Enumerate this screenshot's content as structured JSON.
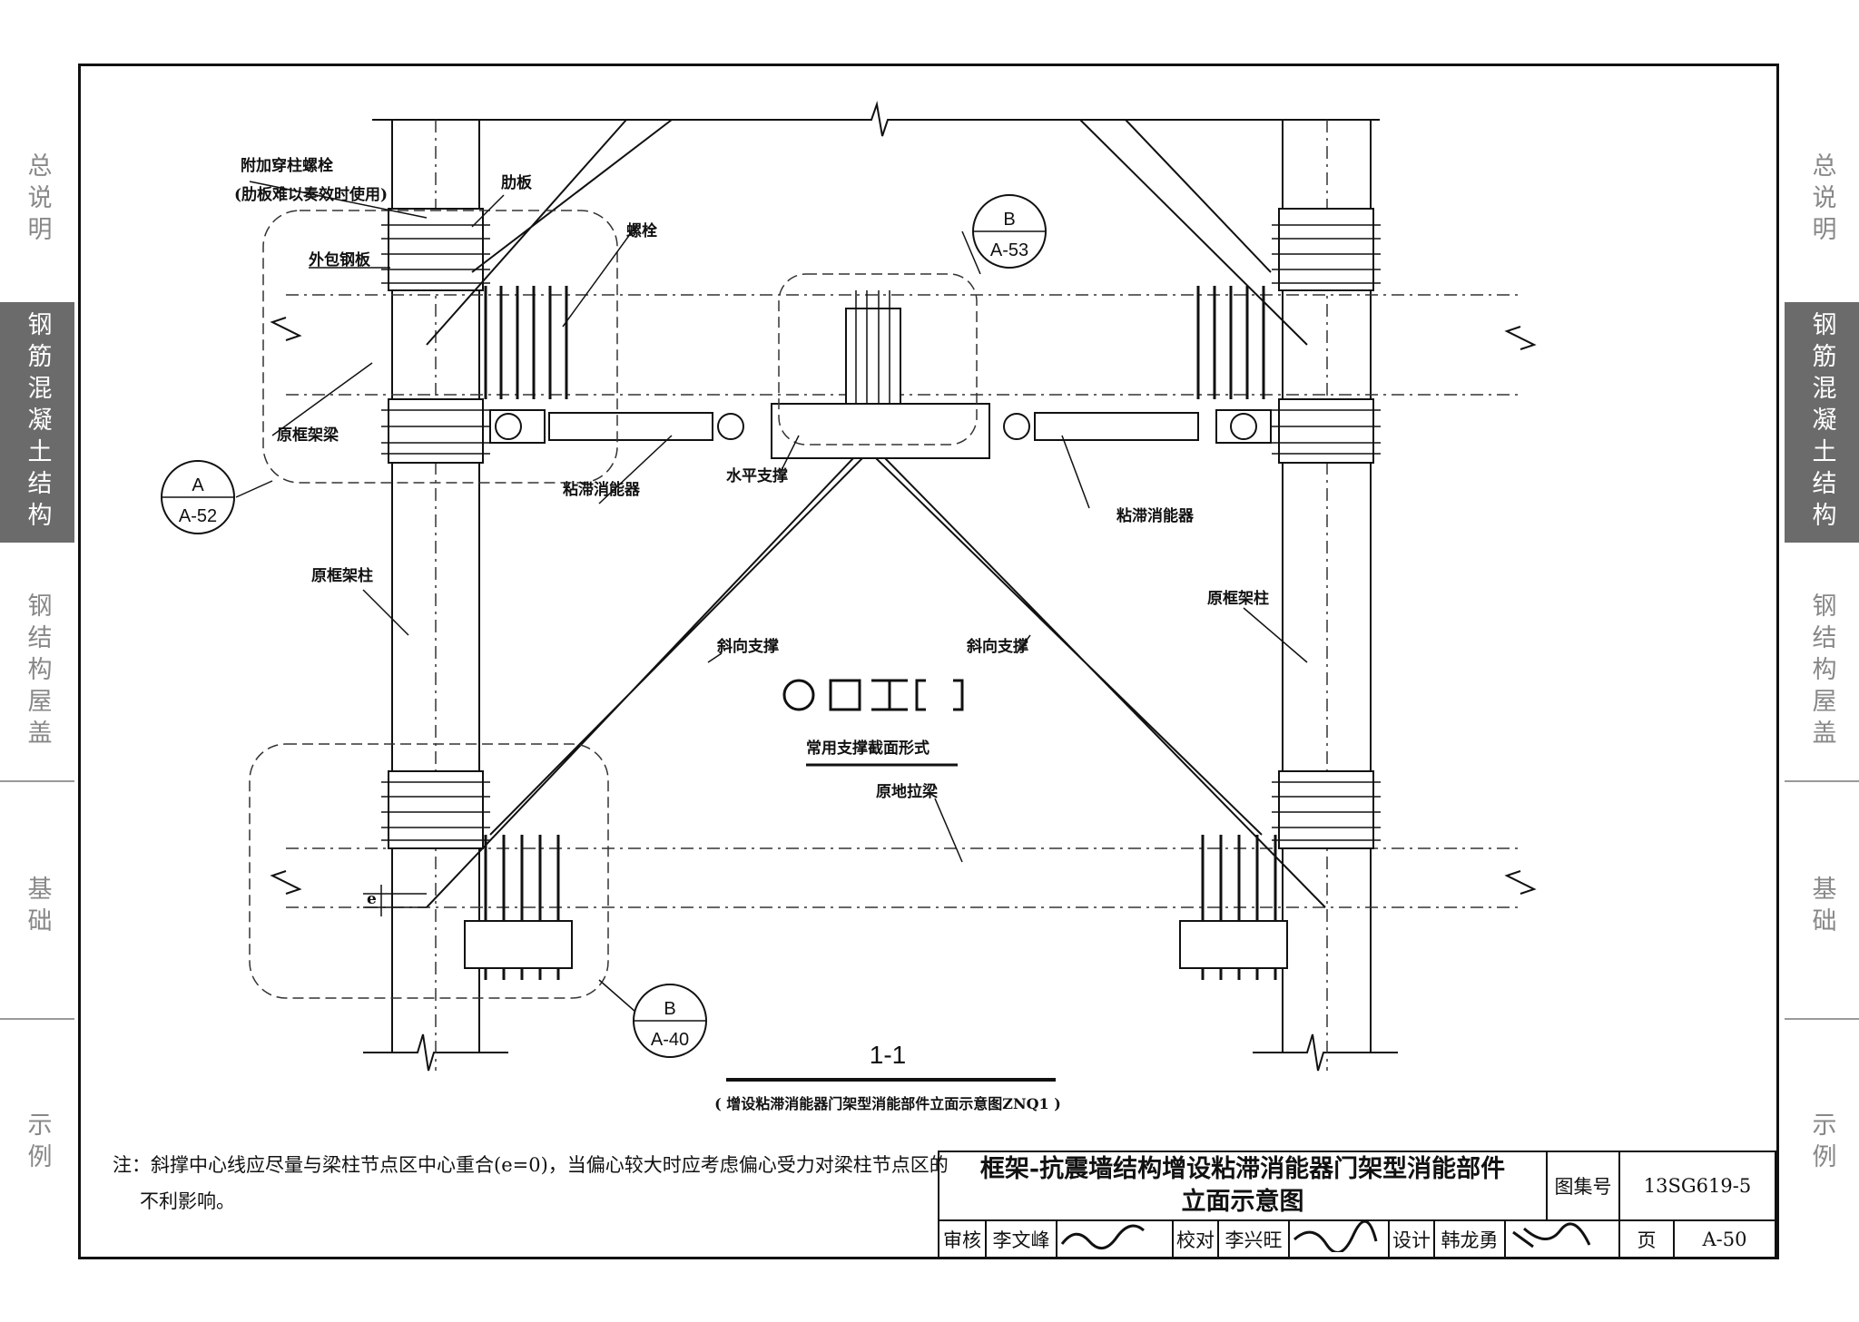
{
  "side_tabs": [
    "总说明",
    "钢筋混凝土结构",
    "钢结构屋盖",
    "基础",
    "示例"
  ],
  "active_tab": "钢筋混凝土结构",
  "labels": {
    "extra_bolt": "附加穿柱螺栓",
    "extra_bolt_note": "(肋板难以奏效时使用)",
    "rib_plate": "肋板",
    "bolt": "螺栓",
    "outer_steel_plate": "外包钢板",
    "original_frame_beam": "原框架梁",
    "viscous_damper_left": "粘滞消能器",
    "horizontal_brace": "水平支撑",
    "viscous_damper_right": "粘滞消能器",
    "original_frame_column_left": "原框架柱",
    "original_frame_column_right": "原框架柱",
    "diagonal_brace_left": "斜向支撑",
    "diagonal_brace_right": "斜向支撑",
    "section_shapes_caption": "常用支撑截面形式",
    "original_ground_beam": "原地拉梁",
    "ecc_symbol": "e"
  },
  "refs": {
    "a52": {
      "top": "A",
      "bottom": "A-52"
    },
    "b53": {
      "top": "B",
      "bottom": "A-53"
    },
    "b40": {
      "top": "B",
      "bottom": "A-40"
    }
  },
  "section": {
    "mark": "1-1",
    "caption": "( 增设粘滞消能器门架型消能部件立面示意图ZNQ1 )"
  },
  "note": {
    "line1": "注：斜撑中心线应尽量与梁柱节点区中心重合(e=0)，当偏心较大时应考虑偏心受力对梁柱节点区的",
    "line2": "不利影响。"
  },
  "title_block": {
    "title_line1": "框架-抗震墙结构增设粘滞消能器门架型消能部件",
    "title_line2": "立面示意图",
    "atlas_label": "图集号",
    "atlas_no": "13SG619-5",
    "page_label": "页",
    "page_no": "A-50",
    "review_label": "审核",
    "review_name": "李文峰",
    "check_label": "校对",
    "check_name": "李兴旺",
    "design_label": "设计",
    "design_name": "韩龙勇"
  }
}
